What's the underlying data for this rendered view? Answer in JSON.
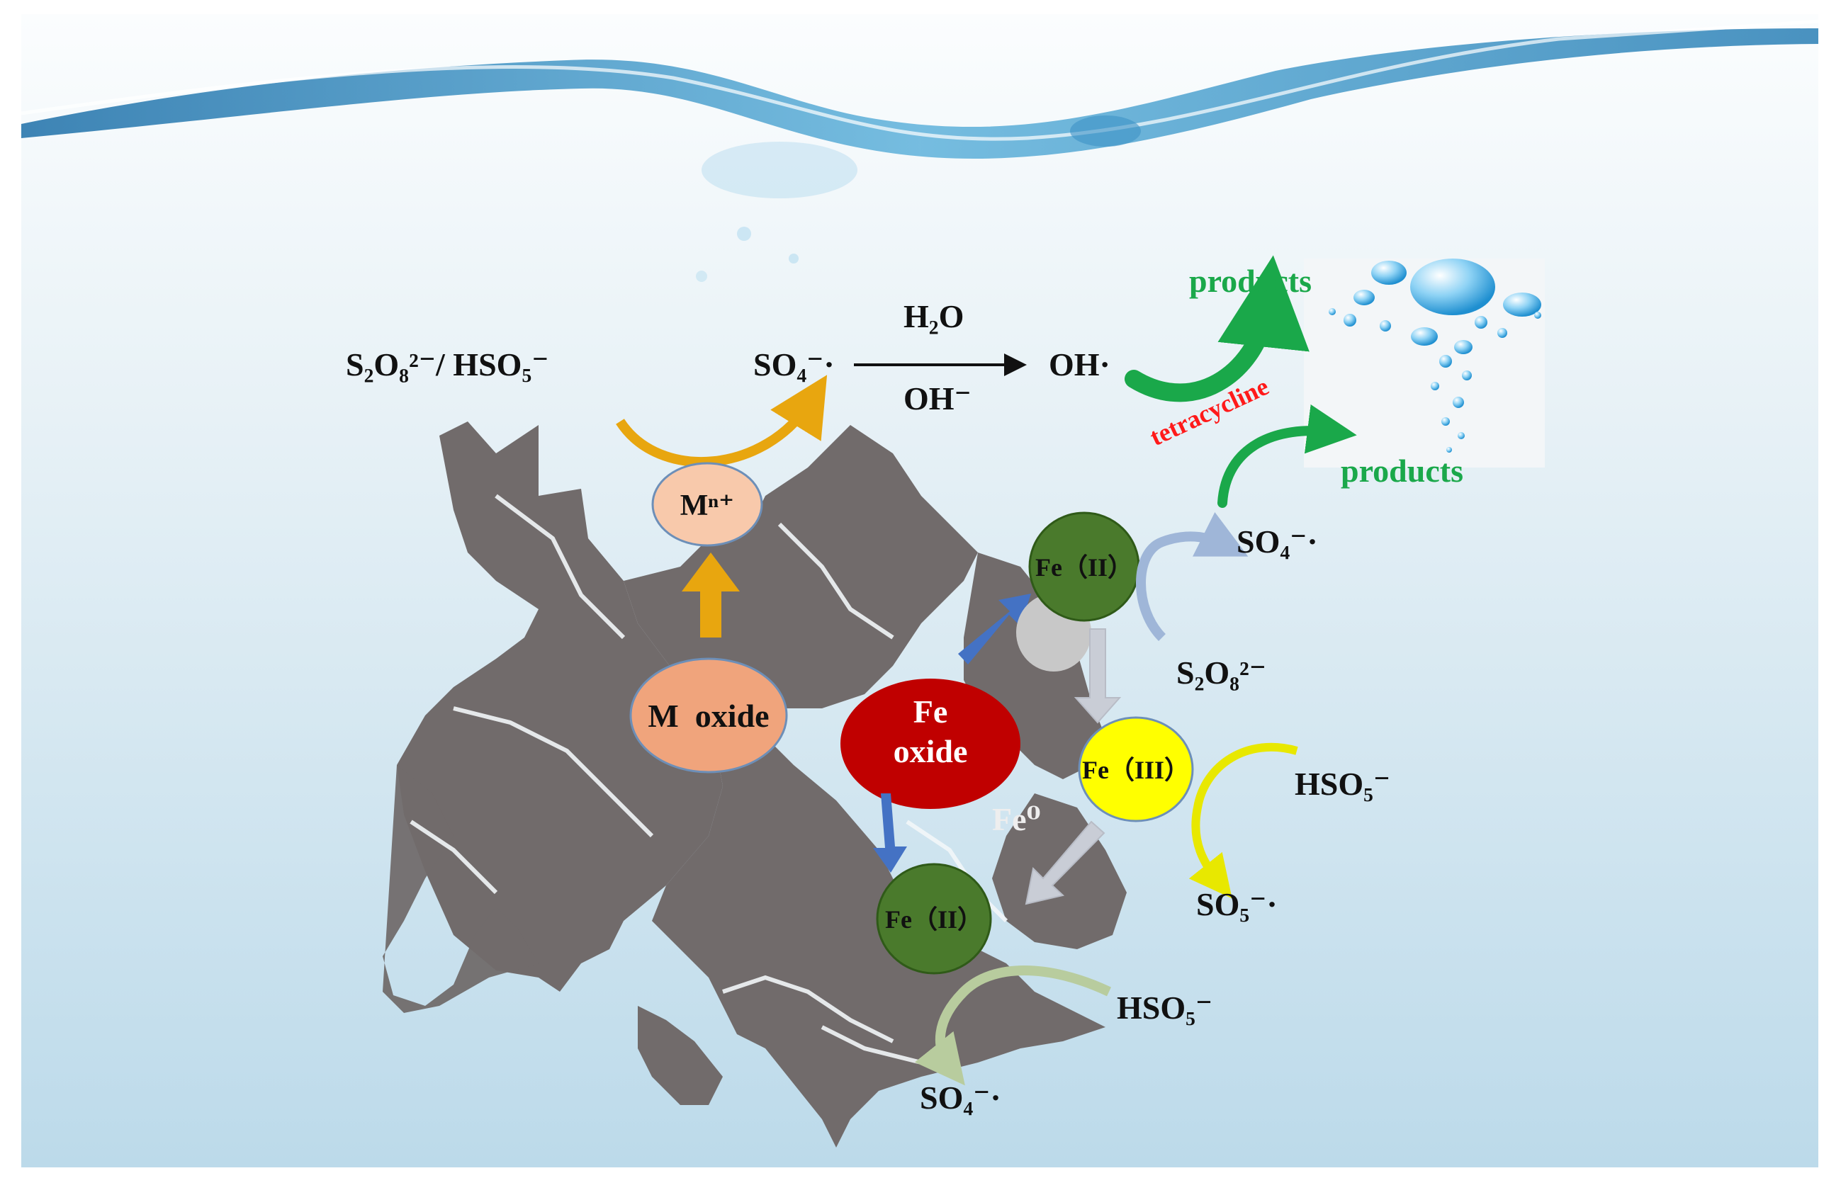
{
  "top_row": {
    "oxidants": "S₂O₈²⁻/ HSO₅⁻",
    "so4_radical": "SO₄⁻·",
    "water": "H₂O",
    "hydroxide": "OH⁻",
    "hydroxyl_radical": "OH·"
  },
  "pollutant": {
    "label": "tetracycline",
    "color": "#ff1a1a"
  },
  "products": {
    "top": "products",
    "right": "products",
    "color": "#1aa84a"
  },
  "nodes": {
    "m_ion": "Mⁿ⁺",
    "m_oxide": "M  oxide",
    "fe_oxide_line1": "Fe",
    "fe_oxide_line2": "oxide",
    "fe2_top": "Fe（II）",
    "fe3": "Fe（III）",
    "fe2_bottom": "Fe（II）",
    "fe0": "Fe⁰"
  },
  "species": {
    "so4_right": "SO₄⁻·",
    "s2o8_right": "S₂O₈²⁻",
    "hso5_right": "HSO₅⁻",
    "so5": "SO₅⁻·",
    "hso5_bottom": "HSO₅⁻",
    "so4_bottom": "SO₄⁻·"
  },
  "colors": {
    "m_ion_fill": "#f8c9ab",
    "m_oxide_fill": "#f0a47c",
    "fe_oxide_fill": "#c00000",
    "fe2_fill": "#4a7a2c",
    "fe3_fill": "#ffff00",
    "biochar": "#716b6b",
    "orange_arrow": "#e8a60f",
    "blue_arrow": "#4472c4",
    "gray_arrow": "#c9cdd6",
    "green_arrow": "#1aa84a"
  }
}
